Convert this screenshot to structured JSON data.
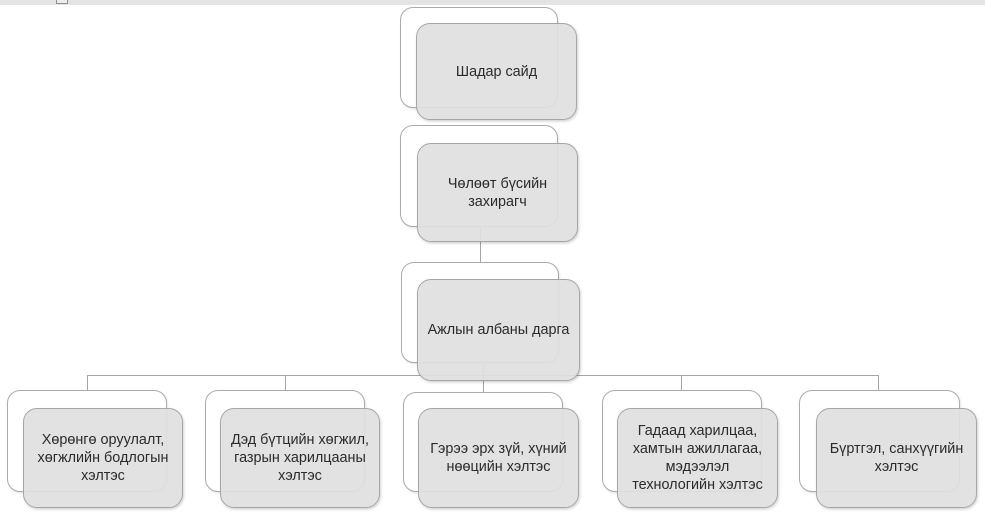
{
  "diagram": {
    "type": "org-chart",
    "nodes": [
      {
        "id": "shadar-said",
        "label": "Шадар сайд",
        "level": 1
      },
      {
        "id": "chuluut-busiin-zahiragch",
        "label": "Чөлөөт бүсийн\nзахирагч",
        "level": 2
      },
      {
        "id": "ajliin-albanii-darga",
        "label": "Ажлын албаны дарга",
        "level": 3
      },
      {
        "id": "khurungu-oruulalt",
        "label": "Хөрөнгө оруулалт,\nхөгжлийн бодлогын\nхэлтэс",
        "level": 4
      },
      {
        "id": "ded-butetsiin-khugjil",
        "label": "Дэд бүтцийн хөгжил,\nгазрын харилцааны\nхэлтэс",
        "level": 4
      },
      {
        "id": "geree-erkh-zui",
        "label": "Гэрээ эрх зүй, хүний\nнөөцийн хэлтэс",
        "level": 4
      },
      {
        "id": "gadaad-khariltsaa",
        "label": "Гадаад харилцаа,\nхамтын ажиллагаа,\nмэдээлэл\nтехнологийн хэлтэс",
        "level": 4
      },
      {
        "id": "burtgel-sankhuu",
        "label": "Бүртгэл, санхүүгийн\nхэлтэс",
        "level": 4
      }
    ],
    "edges": [
      {
        "from": "shadar-said",
        "to": "chuluut-busiin-zahiragch"
      },
      {
        "from": "chuluut-busiin-zahiragch",
        "to": "ajliin-albanii-darga"
      },
      {
        "from": "ajliin-albanii-darga",
        "to": "khurungu-oruulalt"
      },
      {
        "from": "ajliin-albanii-darga",
        "to": "ded-butetsiin-khugjil"
      },
      {
        "from": "ajliin-albanii-darga",
        "to": "geree-erkh-zui"
      },
      {
        "from": "ajliin-albanii-darga",
        "to": "gadaad-khariltsaa"
      },
      {
        "from": "ajliin-albanii-darga",
        "to": "burtgel-sankhuu"
      }
    ],
    "colors": {
      "node_fill": "#e0e0e0",
      "node_border": "#a6a6a6",
      "back_fill": "#ffffff",
      "back_border": "#ababab",
      "connector": "#a6a6a6",
      "text": "#2b2b2b",
      "top_band": "#e4e4e4"
    }
  }
}
